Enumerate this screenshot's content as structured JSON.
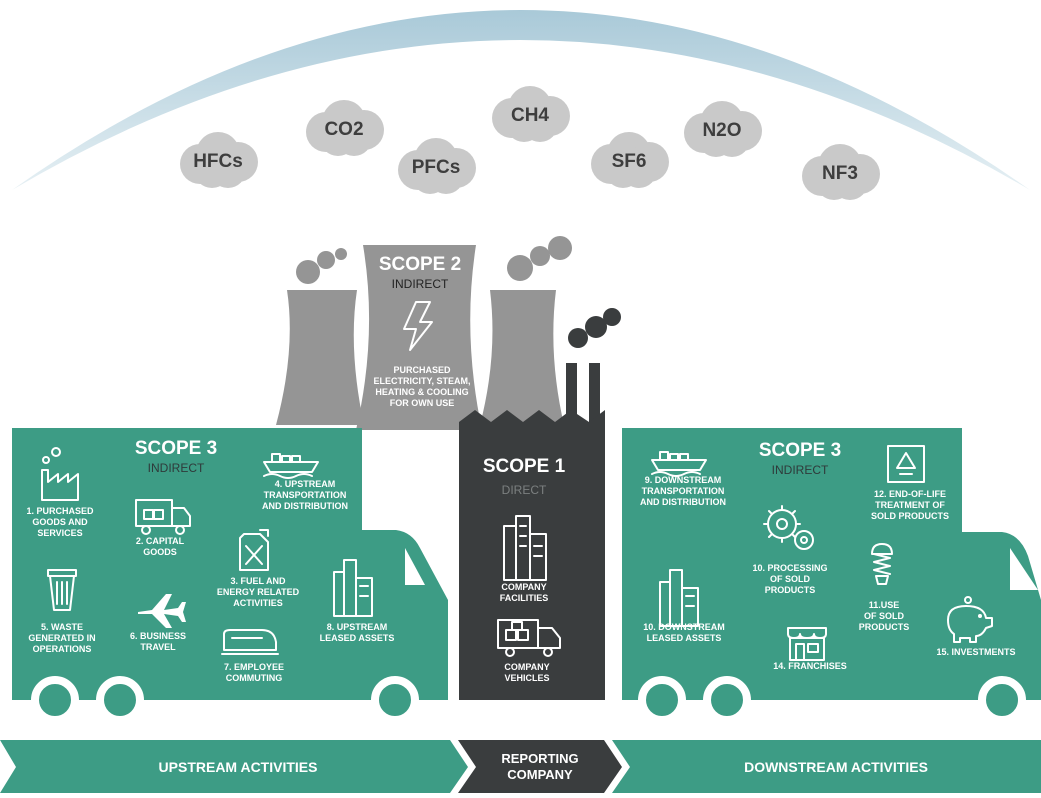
{
  "greenhouse_gases": [
    "HFCs",
    "CO2",
    "PFCs",
    "CH4",
    "SF6",
    "N2O",
    "NF3"
  ],
  "scope2": {
    "title": "SCOPE 2",
    "subtitle": "INDIRECT",
    "description": [
      "PURCHASED",
      "ELECTRICITY, STEAM,",
      "HEATING & COOLING",
      "FOR OWN USE"
    ]
  },
  "scope1": {
    "title": "SCOPE 1",
    "subtitle": "DIRECT",
    "items": [
      {
        "label": [
          "COMPANY",
          "FACILITIES"
        ],
        "icon": "buildings-icon"
      },
      {
        "label": [
          "COMPANY",
          "VEHICLES"
        ],
        "icon": "truck-icon"
      }
    ]
  },
  "scope3_upstream": {
    "title": "SCOPE 3",
    "subtitle": "INDIRECT",
    "items": [
      {
        "label": [
          "1. PURCHASED",
          "GOODS AND",
          "SERVICES"
        ],
        "icon": "factory-icon"
      },
      {
        "label": [
          "2. CAPITAL",
          "GOODS"
        ],
        "icon": "truck-icon"
      },
      {
        "label": [
          "3. FUEL AND",
          "ENERGY RELATED",
          "ACTIVITIES"
        ],
        "icon": "fuel-can-icon"
      },
      {
        "label": [
          "4. UPSTREAM",
          "TRANSPORTATION",
          "AND DISTRIBUTION"
        ],
        "icon": "ship-icon"
      },
      {
        "label": [
          "5. WASTE",
          "GENERATED IN",
          "OPERATIONS"
        ],
        "icon": "trash-can-icon"
      },
      {
        "label": [
          "6. BUSINESS",
          "TRAVEL"
        ],
        "icon": "airplane-icon"
      },
      {
        "label": [
          "7. EMPLOYEE",
          "COMMUTING"
        ],
        "icon": "train-icon"
      },
      {
        "label": [
          "8. UPSTREAM",
          "LEASED ASSETS"
        ],
        "icon": "buildings-icon"
      }
    ]
  },
  "scope3_downstream": {
    "title": "SCOPE 3",
    "subtitle": "INDIRECT",
    "items": [
      {
        "label": [
          "9. DOWNSTREAM",
          "TRANSPORTATION",
          "AND DISTRIBUTION"
        ],
        "icon": "ship-icon"
      },
      {
        "label": [
          "10. PROCESSING",
          "OF SOLD",
          "PRODUCTS"
        ],
        "icon": "gears-icon"
      },
      {
        "label": [
          "10. DOWNSTREAM",
          "LEASED ASSETS"
        ],
        "icon": "buildings-icon"
      },
      {
        "label": [
          "11.USE",
          "OF SOLD",
          "PRODUCTS"
        ],
        "icon": "lightbulb-icon"
      },
      {
        "label": [
          "12. END-OF-LIFE",
          "TREATMENT OF",
          "SOLD PRODUCTS"
        ],
        "icon": "recycle-icon"
      },
      {
        "label": [
          "14. FRANCHISES"
        ],
        "icon": "storefront-icon"
      },
      {
        "label": [
          "15. INVESTMENTS"
        ],
        "icon": "piggy-bank-icon"
      }
    ]
  },
  "bottom_band": {
    "upstream": "UPSTREAM ACTIVITIES",
    "reporting": [
      "REPORTING",
      "COMPANY"
    ],
    "downstream": "DOWNSTREAM ACTIVITIES"
  },
  "colors": {
    "teal": "#3d9c85",
    "dark": "#3a3d3e",
    "gray": "#959595",
    "cloud": "#c9c9c9",
    "sky": "#b7d3df"
  }
}
